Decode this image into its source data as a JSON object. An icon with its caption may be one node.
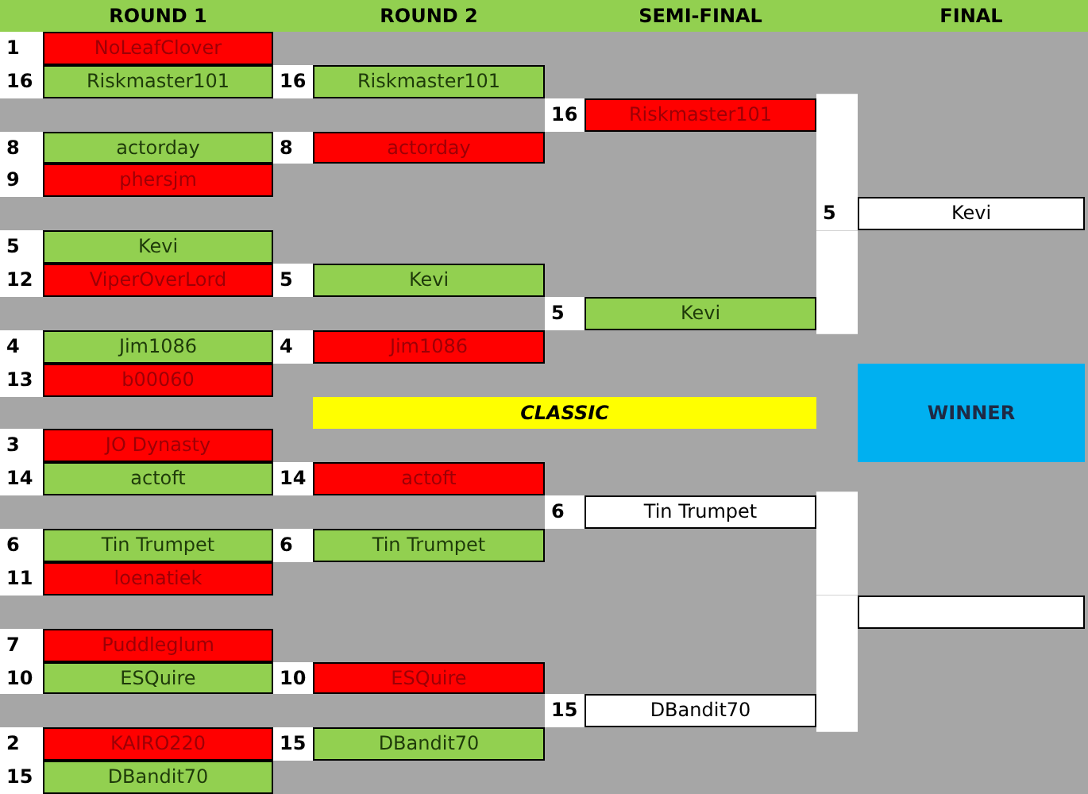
{
  "diagram": {
    "nodes": [
      {
        "text": [
          "NoLeafClover"
        ],
        "beside": [
          "1"
        ]
      },
      {
        "text": [
          "Riskmaster101"
        ],
        "beside": [
          "16"
        ]
      },
      {
        "text": [
          "Riskmaster101"
        ],
        "beside": [
          "16"
        ]
      },
      {
        "text": [
          "Riskmaster101"
        ],
        "beside": [
          "16"
        ]
      },
      {
        "text": [
          "actorday"
        ],
        "beside": [
          "8"
        ]
      },
      {
        "text": [
          "actorday"
        ],
        "beside": [
          "8"
        ]
      },
      {
        "text": [
          "phersjm"
        ],
        "beside": [
          "9"
        ]
      },
      {
        "text": [
          "Kevi"
        ],
        "beside": [
          "5"
        ]
      },
      {
        "text": [
          "Kevi"
        ],
        "beside": [
          "5"
        ]
      },
      {
        "text": [
          "ViperOverLord"
        ],
        "beside": [
          "12"
        ]
      },
      {
        "text": [
          "Kevi"
        ],
        "beside": [
          "5"
        ]
      },
      {
        "text": [
          "Kevi"
        ],
        "beside": [
          "5"
        ]
      },
      {
        "text": [
          "Jim1086"
        ],
        "beside": [
          "4"
        ]
      },
      {
        "text": [
          "Jim1086"
        ],
        "beside": [
          "4"
        ]
      },
      {
        "text": [
          "b00060"
        ],
        "beside": [
          "13"
        ]
      },
      {
        "text": [
          "WINNER"
        ]
      },
      {
        "text": [
          "CLASSIC"
        ]
      },
      {
        "text": [
          "JO Dynasty"
        ],
        "beside": [
          "3"
        ]
      },
      {
        "text": [
          "actoft"
        ],
        "beside": [
          "14"
        ]
      },
      {
        "text": [
          "actoft"
        ],
        "beside": [
          "14"
        ]
      },
      {
        "text": [
          "Tin Trumpet"
        ],
        "beside": [
          "6"
        ]
      },
      {
        "text": [
          "Tin Trumpet"
        ],
        "beside": [
          "6"
        ]
      },
      {
        "text": [
          "Tin Trumpet"
        ],
        "beside": [
          "6"
        ]
      },
      {
        "text": [
          "loenatiek"
        ],
        "beside": [
          "11"
        ]
      },
      {
        "text": [],
        "shape": "box"
      },
      {
        "text": [
          "Puddleglum"
        ],
        "beside": [
          "7"
        ]
      },
      {
        "text": [
          "ESQuire"
        ],
        "beside": [
          "10"
        ]
      },
      {
        "text": [
          "ESQuire"
        ],
        "beside": [
          "10"
        ]
      },
      {
        "text": [
          "DBandit70"
        ],
        "beside": [
          "15"
        ]
      },
      {
        "text": [
          "KAIRO220"
        ],
        "beside": [
          "2"
        ]
      },
      {
        "text": [
          "DBandit70"
        ],
        "beside": [
          "15"
        ]
      },
      {
        "text": [
          "DBandit70"
        ],
        "beside": [
          "15"
        ]
      }
    ],
    "edges": [
      {
        "from": 3,
        "to": 7,
        "arrow": "none"
      },
      {
        "from": 11,
        "to": 7,
        "arrow": "none"
      },
      {
        "from": 20,
        "to": 24,
        "arrow": "none"
      },
      {
        "from": 28,
        "to": 24,
        "arrow": "none"
      }
    ],
    "labels": [
      "ROUND 1",
      "ROUND 2",
      "SEMI-FINAL",
      "FINAL"
    ]
  }
}
